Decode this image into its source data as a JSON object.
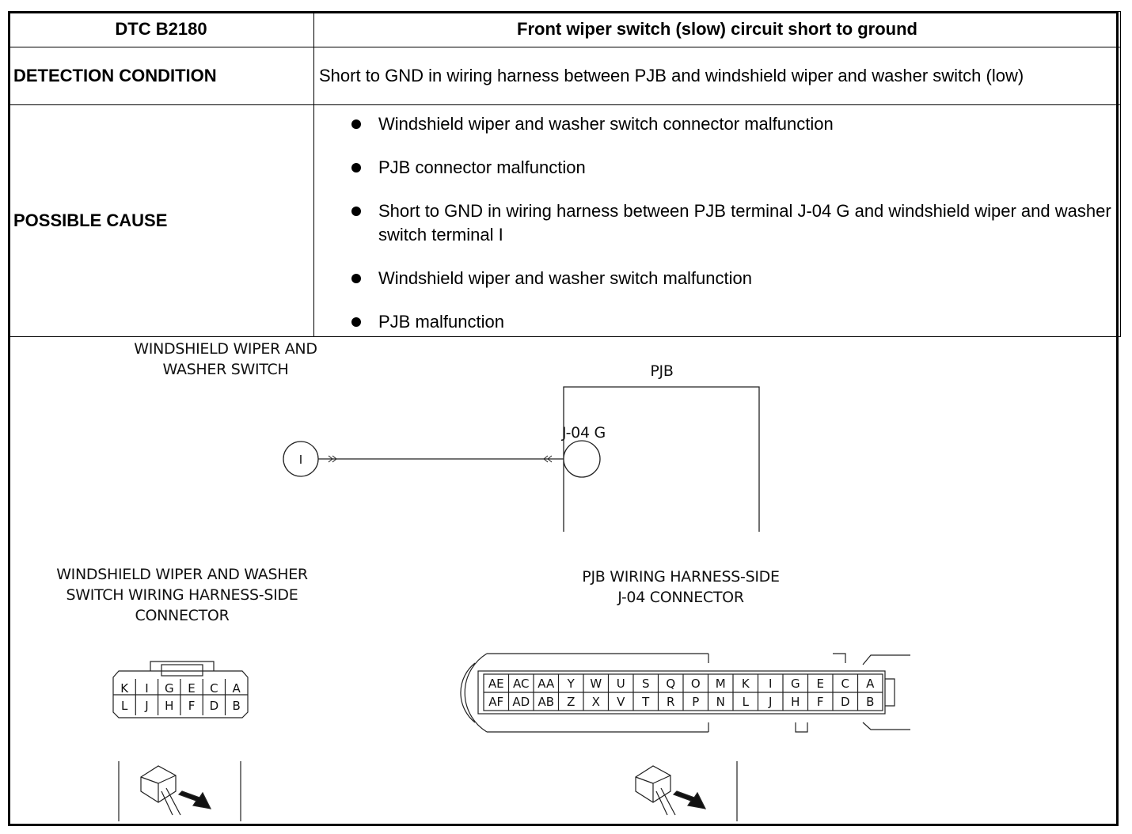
{
  "header": {
    "code": "DTC B2180",
    "title": "Front wiper switch (slow) circuit short to ground"
  },
  "detection": {
    "label": "DETECTION CONDITION",
    "text": "Short to GND in wiring harness between PJB and windshield wiper and washer switch (low)"
  },
  "cause": {
    "label": "POSSIBLE CAUSE",
    "items": [
      "Windshield wiper and washer switch connector malfunction",
      "PJB connector malfunction",
      "Short to GND in wiring harness between PJB terminal J-04 G and windshield wiper and washer switch terminal I",
      "Windshield wiper and washer switch malfunction",
      "PJB malfunction"
    ]
  },
  "diagram": {
    "switch_title_1": "WINDSHIELD WIPER AND",
    "switch_title_2": "WASHER SWITCH",
    "pjb_title": "PJB",
    "terminal_label": "J-04 G",
    "switch_terminal": "I",
    "switch_conn_1": "WINDSHIELD WIPER AND WASHER",
    "switch_conn_2": "SWITCH WIRING HARNESS-SIDE",
    "switch_conn_3": "CONNECTOR",
    "pjb_conn_1": "PJB WIRING HARNESS-SIDE",
    "pjb_conn_2": "J-04 CONNECTOR",
    "small_connector": {
      "top": [
        "K",
        "I",
        "G",
        "E",
        "C",
        "A"
      ],
      "bottom": [
        "L",
        "J",
        "H",
        "F",
        "D",
        "B"
      ]
    },
    "large_connector": {
      "top": [
        "AE",
        "AC",
        "AA",
        "Y",
        "W",
        "U",
        "S",
        "Q",
        "O",
        "M",
        "K",
        "I",
        "G",
        "E",
        "C",
        "A"
      ],
      "bottom": [
        "AF",
        "AD",
        "AB",
        "Z",
        "X",
        "V",
        "T",
        "R",
        "P",
        "N",
        "L",
        "J",
        "H",
        "F",
        "D",
        "B"
      ]
    },
    "icons": [
      "harness-side-view-icon",
      "harness-side-view-icon"
    ]
  }
}
